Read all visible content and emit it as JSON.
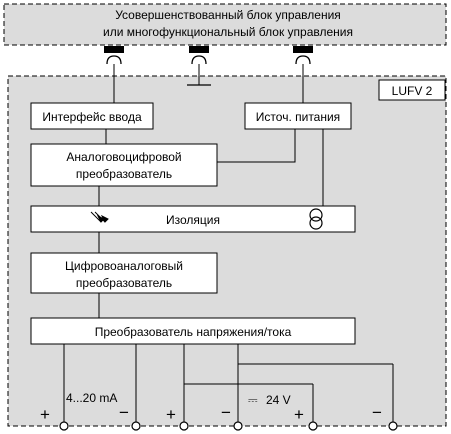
{
  "controller": {
    "line1": "Усовершенствованный блок управления",
    "line2": "или многофункциональный блок управления"
  },
  "module_label": "LUFV 2",
  "blocks": {
    "input_interface": "Интерфейс ввода",
    "power_source": "Источ. питания",
    "adc_line1": "Аналоговоцифровой",
    "adc_line2": "преобразователь",
    "isolation": "Изоляция",
    "dac_line1": "Цифровоаналоговый",
    "dac_line2": "преобразователь",
    "vi_converter": "Преобразователь напряжения/тока"
  },
  "outputs": {
    "current_label": "4...20 mA",
    "voltage_label": "24 V",
    "voltage_symbol": "⎓",
    "plus": "+",
    "minus": "−"
  },
  "colors": {
    "panel_fill": "#dcdcdc",
    "line": "#000000",
    "box_fill": "#ffffff"
  }
}
